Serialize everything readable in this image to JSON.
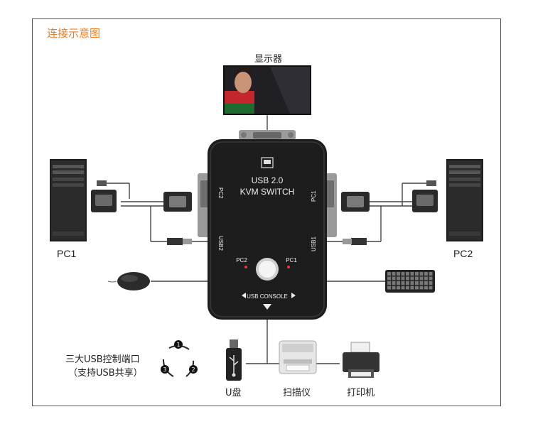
{
  "title": "连接示意图",
  "monitor_label": "显示器",
  "pc_left_label": "PC1",
  "pc_right_label": "PC2",
  "switch": {
    "line1": "USB 2.0",
    "line2": "KVM SWITCH",
    "port_left_top": "PC2",
    "port_left_bottom": "USB2",
    "port_right_top": "PC1",
    "port_right_bottom": "USB1",
    "button_left": "PC2",
    "button_right": "PC1",
    "console": "USB CONSOLE"
  },
  "usb_text_line1": "三大USB控制端口",
  "usb_text_line2": "（支持USB共享）",
  "cycle_numbers": [
    "1",
    "2",
    "3"
  ],
  "udisk_label": "U盘",
  "scanner_label": "扫描仪",
  "printer_label": "打印机",
  "colors": {
    "title": "#f07b1e",
    "frame": "#555555",
    "switch_body": "#1d1d1d"
  }
}
